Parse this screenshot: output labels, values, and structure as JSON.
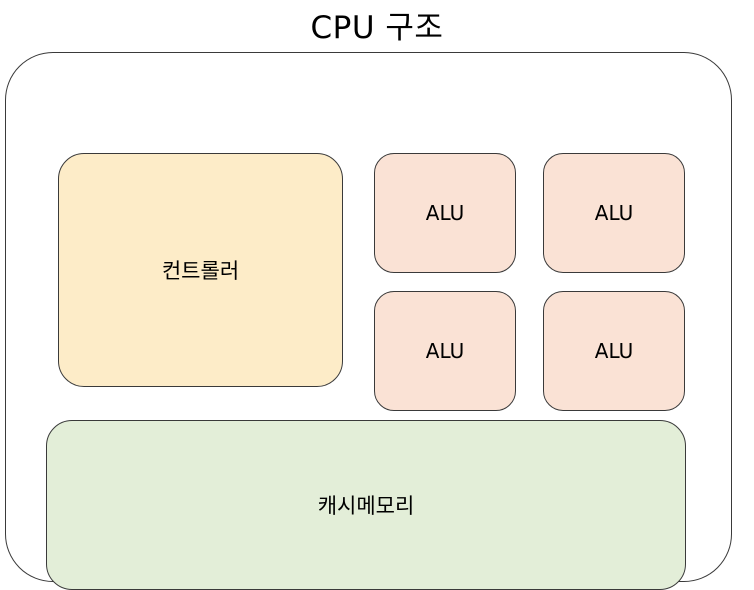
{
  "title": "CPU 구조",
  "diagram": {
    "type": "block-diagram",
    "container": {
      "name": "cpu-container",
      "label": ""
    },
    "blocks": [
      {
        "id": "controller",
        "label": "컨트롤러",
        "fill": "#fdecc8",
        "stroke": "#3a3a3a"
      },
      {
        "id": "alu-1",
        "label": "ALU",
        "fill": "#fae2d5",
        "stroke": "#3a3a3a"
      },
      {
        "id": "alu-2",
        "label": "ALU",
        "fill": "#fae2d5",
        "stroke": "#3a3a3a"
      },
      {
        "id": "alu-3",
        "label": "ALU",
        "fill": "#fae2d5",
        "stroke": "#3a3a3a"
      },
      {
        "id": "alu-4",
        "label": "ALU",
        "fill": "#fae2d5",
        "stroke": "#3a3a3a"
      },
      {
        "id": "cache",
        "label": "캐시메모리",
        "fill": "#e3eed8",
        "stroke": "#3a3a3a"
      }
    ]
  },
  "colors": {
    "background": "#ffffff",
    "text": "#000000",
    "border": "#3a3a3a",
    "controller_fill": "#fdecc8",
    "alu_fill": "#fae2d5",
    "cache_fill": "#e3eed8"
  }
}
